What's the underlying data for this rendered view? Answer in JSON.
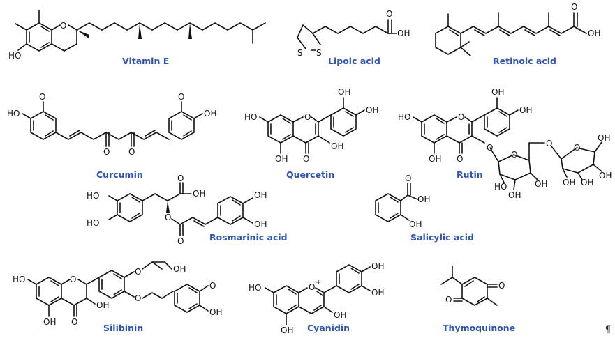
{
  "compounds": [
    {
      "id": "vitamin-e",
      "name": "Vitamin E"
    },
    {
      "id": "lipoic-acid",
      "name": "Lipoic acid"
    },
    {
      "id": "retinoic-acid",
      "name": "Retinoic acid"
    },
    {
      "id": "curcumin",
      "name": "Curcumin"
    },
    {
      "id": "quercetin",
      "name": "Quercetin"
    },
    {
      "id": "rutin",
      "name": "Rutin"
    },
    {
      "id": "rosmarinic-acid",
      "name": "Rosmarinic acid"
    },
    {
      "id": "salicylic-acid",
      "name": "Salicylic acid"
    },
    {
      "id": "silibinin",
      "name": "Silibinin"
    },
    {
      "id": "cyanidin",
      "name": "Cyanidin"
    },
    {
      "id": "thymoquinone",
      "name": "Thymoquinone"
    }
  ],
  "atoms": {
    "ho": "HO",
    "oh": "OH",
    "o": "O",
    "s": "S",
    "o_plus": "O",
    "plus": "+"
  },
  "page_mark": "¶",
  "colors": {
    "label": "#2f55b4",
    "bond": "#111111"
  }
}
